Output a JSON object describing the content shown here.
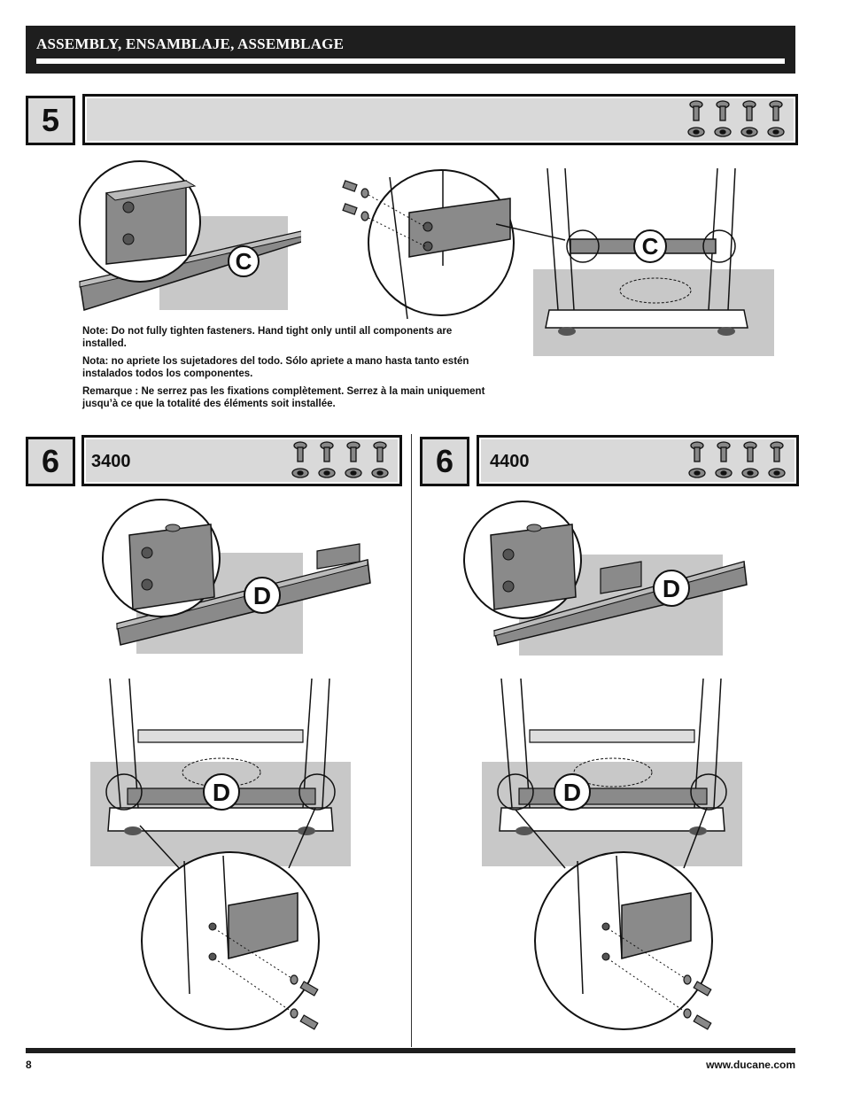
{
  "header": {
    "title": "ASSEMBLY, ENSAMBLAJE, ASSEMBLAGE"
  },
  "step5": {
    "number": "5",
    "callout_label": "C",
    "notes": [
      "Note: Do not fully tighten fasteners. Hand tight only until all components are installed.",
      "Nota: no apriete los sujetadores del todo. Sólo apriete a mano hasta tanto estén instalados todos los componentes.",
      "Remarque : Ne serrez pas les fixations complètement. Serrez à la main uniquement jusqu’à ce que la totalité des éléments soit installée."
    ]
  },
  "step6_left": {
    "number": "6",
    "model": "3400",
    "callout_label": "D"
  },
  "step6_right": {
    "number": "6",
    "model": "4400",
    "callout_label": "D"
  },
  "footer": {
    "page": "8",
    "website": "www.ducane.com"
  }
}
